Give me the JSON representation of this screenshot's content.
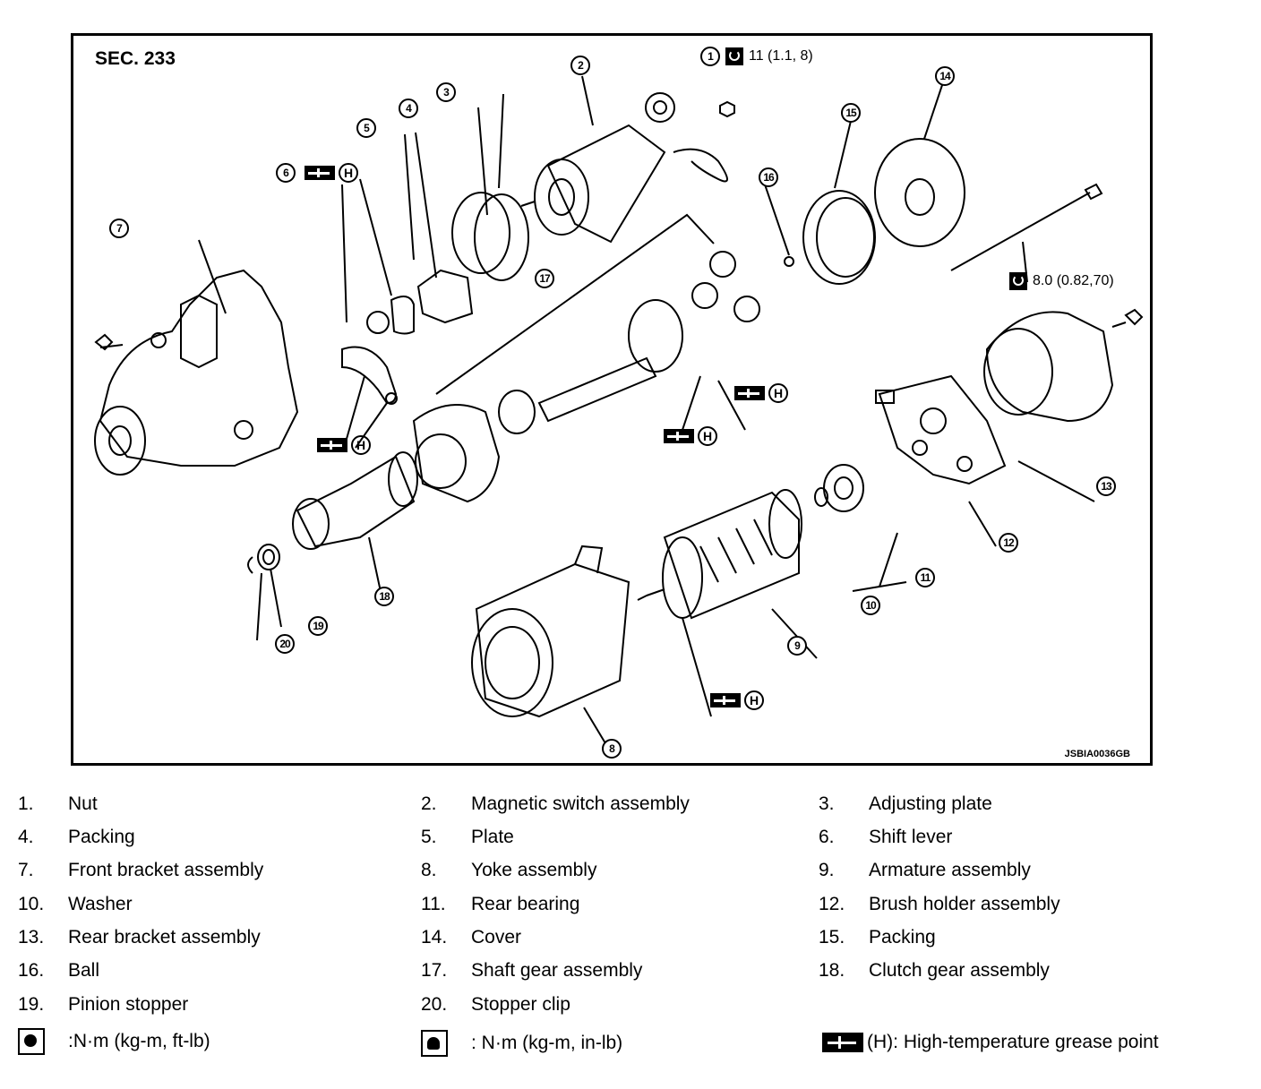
{
  "diagram": {
    "section": "SEC. 233",
    "figure_code": "JSBIA0036GB",
    "torque_nut": "11 (1.1, 8)",
    "torque_bolt": "8.0 (0.82,70)",
    "grease_letter": "H",
    "callouts": [
      "1",
      "2",
      "3",
      "4",
      "5",
      "6",
      "7",
      "8",
      "9",
      "10",
      "11",
      "12",
      "13",
      "14",
      "15",
      "16",
      "17",
      "18",
      "19",
      "20"
    ]
  },
  "legend": {
    "items": [
      {
        "num": "1.",
        "name": "Nut"
      },
      {
        "num": "2.",
        "name": "Magnetic switch assembly"
      },
      {
        "num": "3.",
        "name": "Adjusting plate"
      },
      {
        "num": "4.",
        "name": "Packing"
      },
      {
        "num": "5.",
        "name": "Plate"
      },
      {
        "num": "6.",
        "name": "Shift lever"
      },
      {
        "num": "7.",
        "name": "Front bracket assembly"
      },
      {
        "num": "8.",
        "name": "Yoke assembly"
      },
      {
        "num": "9.",
        "name": "Armature assembly"
      },
      {
        "num": "10.",
        "name": "Washer"
      },
      {
        "num": "11.",
        "name": "Rear bearing"
      },
      {
        "num": "12.",
        "name": "Brush holder assembly"
      },
      {
        "num": "13.",
        "name": "Rear bracket assembly"
      },
      {
        "num": "14.",
        "name": "Cover"
      },
      {
        "num": "15.",
        "name": "Packing"
      },
      {
        "num": "16.",
        "name": "Ball"
      },
      {
        "num": "17.",
        "name": "Shaft gear assembly"
      },
      {
        "num": "18.",
        "name": "Clutch gear assembly"
      },
      {
        "num": "19.",
        "name": "Pinion stopper"
      },
      {
        "num": "20.",
        "name": "Stopper clip"
      }
    ],
    "symbol_torque_ftlb": ":N·m (kg-m, ft-lb)",
    "symbol_torque_inlb": ": N·m (kg-m, in-lb)",
    "symbol_grease": "(H): High-temperature grease point"
  }
}
